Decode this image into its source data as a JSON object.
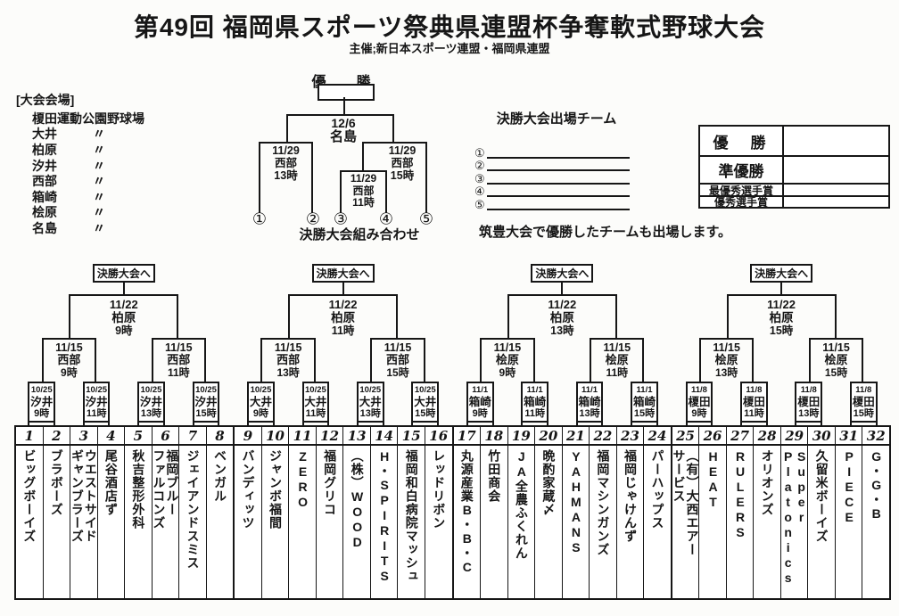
{
  "header": {
    "title": "第49回 福岡県スポーツ祭典県連盟杯争奪軟式野球大会",
    "subtitle": "主催;新日本スポーツ連盟・福岡県連盟"
  },
  "venues": {
    "heading": "[大会会場]",
    "items": [
      {
        "name": "榎田運動公園野球場",
        "ditto": ""
      },
      {
        "name": "大井",
        "ditto": "〃"
      },
      {
        "name": "柏原",
        "ditto": "〃"
      },
      {
        "name": "汐井",
        "ditto": "〃"
      },
      {
        "name": "西部",
        "ditto": "〃"
      },
      {
        "name": "箱崎",
        "ditto": "〃"
      },
      {
        "name": "桧原",
        "ditto": "〃"
      },
      {
        "name": "名島",
        "ditto": "〃"
      }
    ]
  },
  "final_bracket": {
    "champion_label": "優　勝",
    "final": {
      "date": "12/6",
      "venue": "名島"
    },
    "semi_left": {
      "date": "11/29",
      "venue": "西部",
      "time": "13時"
    },
    "semi_right": {
      "date": "11/29",
      "venue": "西部",
      "time": "15時"
    },
    "quarter": {
      "date": "11/29",
      "venue": "西部",
      "time": "11時"
    },
    "slots": [
      "①",
      "②",
      "③",
      "④",
      "⑤"
    ],
    "caption": "決勝大会組み合わせ"
  },
  "qualifiers": {
    "heading": "決勝大会出場チーム",
    "slots": [
      "①",
      "②",
      "③",
      "④",
      "⑤"
    ],
    "note": "筑豊大会で優勝したチームも出場します。"
  },
  "awards": {
    "rows": [
      {
        "label": "優　勝",
        "value": ""
      },
      {
        "label": "準優勝",
        "value": ""
      },
      {
        "label": "最優秀選手賞",
        "value": ""
      },
      {
        "label": "優秀選手賞",
        "value": ""
      }
    ]
  },
  "blocks": [
    {
      "advance_label": "決勝大会へ",
      "block_final": {
        "date": "11/22",
        "venue": "柏原",
        "time": "9時"
      },
      "semis": [
        {
          "date": "11/15",
          "venue": "西部",
          "time": "9時"
        },
        {
          "date": "11/15",
          "venue": "西部",
          "time": "11時"
        }
      ],
      "round1": [
        {
          "date": "10/25",
          "venue": "汐井",
          "time": "9時"
        },
        {
          "date": "10/25",
          "venue": "汐井",
          "time": "11時"
        },
        {
          "date": "10/25",
          "venue": "汐井",
          "time": "13時"
        },
        {
          "date": "10/25",
          "venue": "汐井",
          "time": "15時"
        }
      ],
      "teams": [
        {
          "no": "1",
          "name": "ビッグボーイズ"
        },
        {
          "no": "2",
          "name": "ブラボーズ"
        },
        {
          "no": "3",
          "name": "ウエストサイド\nギャンブラーズ"
        },
        {
          "no": "4",
          "name": "尾谷酒店ず"
        },
        {
          "no": "5",
          "name": "秋吉整形外科"
        },
        {
          "no": "6",
          "name": "福岡ブルー\nファルコンズ"
        },
        {
          "no": "7",
          "name": "ジェイアンドスミス"
        },
        {
          "no": "8",
          "name": "ベンガル"
        }
      ]
    },
    {
      "advance_label": "決勝大会へ",
      "block_final": {
        "date": "11/22",
        "venue": "柏原",
        "time": "11時"
      },
      "semis": [
        {
          "date": "11/15",
          "venue": "西部",
          "time": "13時"
        },
        {
          "date": "11/15",
          "venue": "西部",
          "time": "15時"
        }
      ],
      "round1": [
        {
          "date": "10/25",
          "venue": "大井",
          "time": "9時"
        },
        {
          "date": "10/25",
          "venue": "大井",
          "time": "11時"
        },
        {
          "date": "10/25",
          "venue": "大井",
          "time": "13時"
        },
        {
          "date": "10/25",
          "venue": "大井",
          "time": "15時"
        }
      ],
      "teams": [
        {
          "no": "9",
          "name": "バンディッツ"
        },
        {
          "no": "10",
          "name": "ジャンボ福間"
        },
        {
          "no": "11",
          "name": "ZERO"
        },
        {
          "no": "12",
          "name": "福岡グリコ"
        },
        {
          "no": "13",
          "name": "（株）WOOD"
        },
        {
          "no": "14",
          "name": "H・SPIRITS"
        },
        {
          "no": "15",
          "name": "福岡和白病院マッシュ"
        },
        {
          "no": "16",
          "name": "レッドリボン"
        }
      ]
    },
    {
      "advance_label": "決勝大会へ",
      "block_final": {
        "date": "11/22",
        "venue": "柏原",
        "time": "13時"
      },
      "semis": [
        {
          "date": "11/15",
          "venue": "桧原",
          "time": "9時"
        },
        {
          "date": "11/15",
          "venue": "桧原",
          "time": "11時"
        }
      ],
      "round1": [
        {
          "date": "11/1",
          "venue": "箱崎",
          "time": "9時"
        },
        {
          "date": "11/1",
          "venue": "箱崎",
          "time": "11時"
        },
        {
          "date": "11/1",
          "venue": "箱崎",
          "time": "13時"
        },
        {
          "date": "11/1",
          "venue": "箱崎",
          "time": "15時"
        }
      ],
      "teams": [
        {
          "no": "17",
          "name": "丸源産業B・B・C"
        },
        {
          "no": "18",
          "name": "竹田商会"
        },
        {
          "no": "19",
          "name": "JA全農ふくれん"
        },
        {
          "no": "20",
          "name": "晩酌家蔵〆"
        },
        {
          "no": "21",
          "name": "YAHMANS"
        },
        {
          "no": "22",
          "name": "福岡マシンガンズ"
        },
        {
          "no": "23",
          "name": "福岡じゃけんず"
        },
        {
          "no": "24",
          "name": "パーハップス"
        }
      ]
    },
    {
      "advance_label": "決勝大会へ",
      "block_final": {
        "date": "11/22",
        "venue": "柏原",
        "time": "15時"
      },
      "semis": [
        {
          "date": "11/15",
          "venue": "桧原",
          "time": "13時"
        },
        {
          "date": "11/15",
          "venue": "桧原",
          "time": "15時"
        }
      ],
      "round1": [
        {
          "date": "11/8",
          "venue": "榎田",
          "time": "9時"
        },
        {
          "date": "11/8",
          "venue": "榎田",
          "time": "11時"
        },
        {
          "date": "11/8",
          "venue": "榎田",
          "time": "13時"
        },
        {
          "date": "11/8",
          "venue": "榎田",
          "time": "15時"
        }
      ],
      "teams": [
        {
          "no": "25",
          "name": "（有）大西エアー\nサービス"
        },
        {
          "no": "26",
          "name": "HEAT"
        },
        {
          "no": "27",
          "name": "RULERS"
        },
        {
          "no": "28",
          "name": "オリオンズ"
        },
        {
          "no": "29",
          "name": "Super\nPlatonics"
        },
        {
          "no": "30",
          "name": "久留米ボーイズ"
        },
        {
          "no": "31",
          "name": "PIECE"
        },
        {
          "no": "32",
          "name": "G・G・B"
        }
      ]
    }
  ]
}
